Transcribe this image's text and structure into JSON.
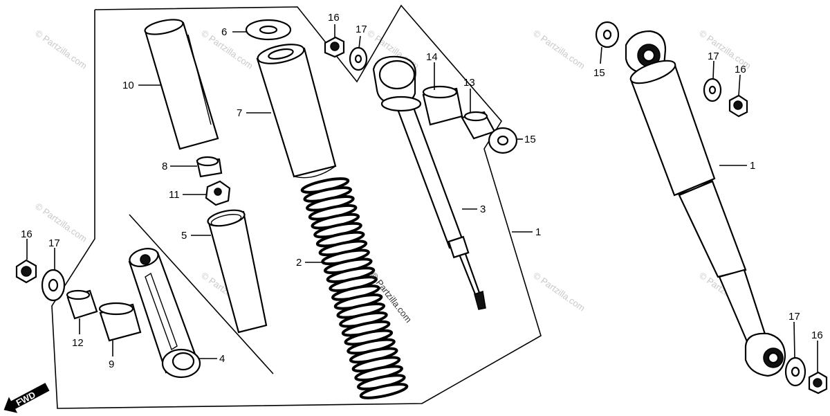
{
  "watermark": {
    "text": "© Partzilla.com",
    "center_text": "© Partzilla.com"
  },
  "direction_marker": {
    "label": "FWD",
    "icon": "arrow-left-icon"
  },
  "callouts": [
    {
      "id": "c16a",
      "label": "16"
    },
    {
      "id": "c17a",
      "label": "17"
    },
    {
      "id": "c6",
      "label": "6"
    },
    {
      "id": "c14",
      "label": "14"
    },
    {
      "id": "c13",
      "label": "13"
    },
    {
      "id": "c15a",
      "label": "15"
    },
    {
      "id": "c10",
      "label": "10"
    },
    {
      "id": "c7",
      "label": "7"
    },
    {
      "id": "c8",
      "label": "8"
    },
    {
      "id": "c11",
      "label": "11"
    },
    {
      "id": "c5",
      "label": "5"
    },
    {
      "id": "c2",
      "label": "2"
    },
    {
      "id": "c3",
      "label": "3"
    },
    {
      "id": "c1a",
      "label": "1"
    },
    {
      "id": "c16b",
      "label": "16"
    },
    {
      "id": "c17b",
      "label": "17"
    },
    {
      "id": "c12",
      "label": "12"
    },
    {
      "id": "c9",
      "label": "9"
    },
    {
      "id": "c4",
      "label": "4"
    },
    {
      "id": "c15b",
      "label": "15"
    },
    {
      "id": "c17c",
      "label": "17"
    },
    {
      "id": "c16c",
      "label": "16"
    },
    {
      "id": "c1b",
      "label": "1"
    },
    {
      "id": "c17d",
      "label": "17"
    },
    {
      "id": "c16d",
      "label": "16"
    }
  ]
}
